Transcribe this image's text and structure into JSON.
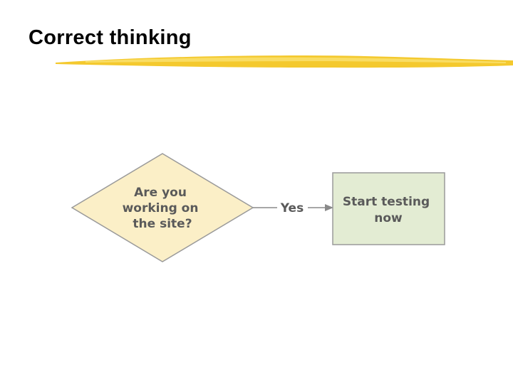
{
  "slide": {
    "title": "Correct thinking"
  },
  "flowchart": {
    "decision": {
      "lines": [
        "Are you",
        "working on",
        "the site?"
      ]
    },
    "edge_label": "Yes",
    "action": {
      "lines": [
        "Start testing",
        "now"
      ]
    },
    "colors": {
      "decision_fill": "#fbefc7",
      "action_fill": "#e3ecd3",
      "shape_stroke": "#9a9a9a",
      "connector": "#8a8a8a",
      "text": "#5a5a5a",
      "underline_accent": "#f2c21a"
    }
  }
}
